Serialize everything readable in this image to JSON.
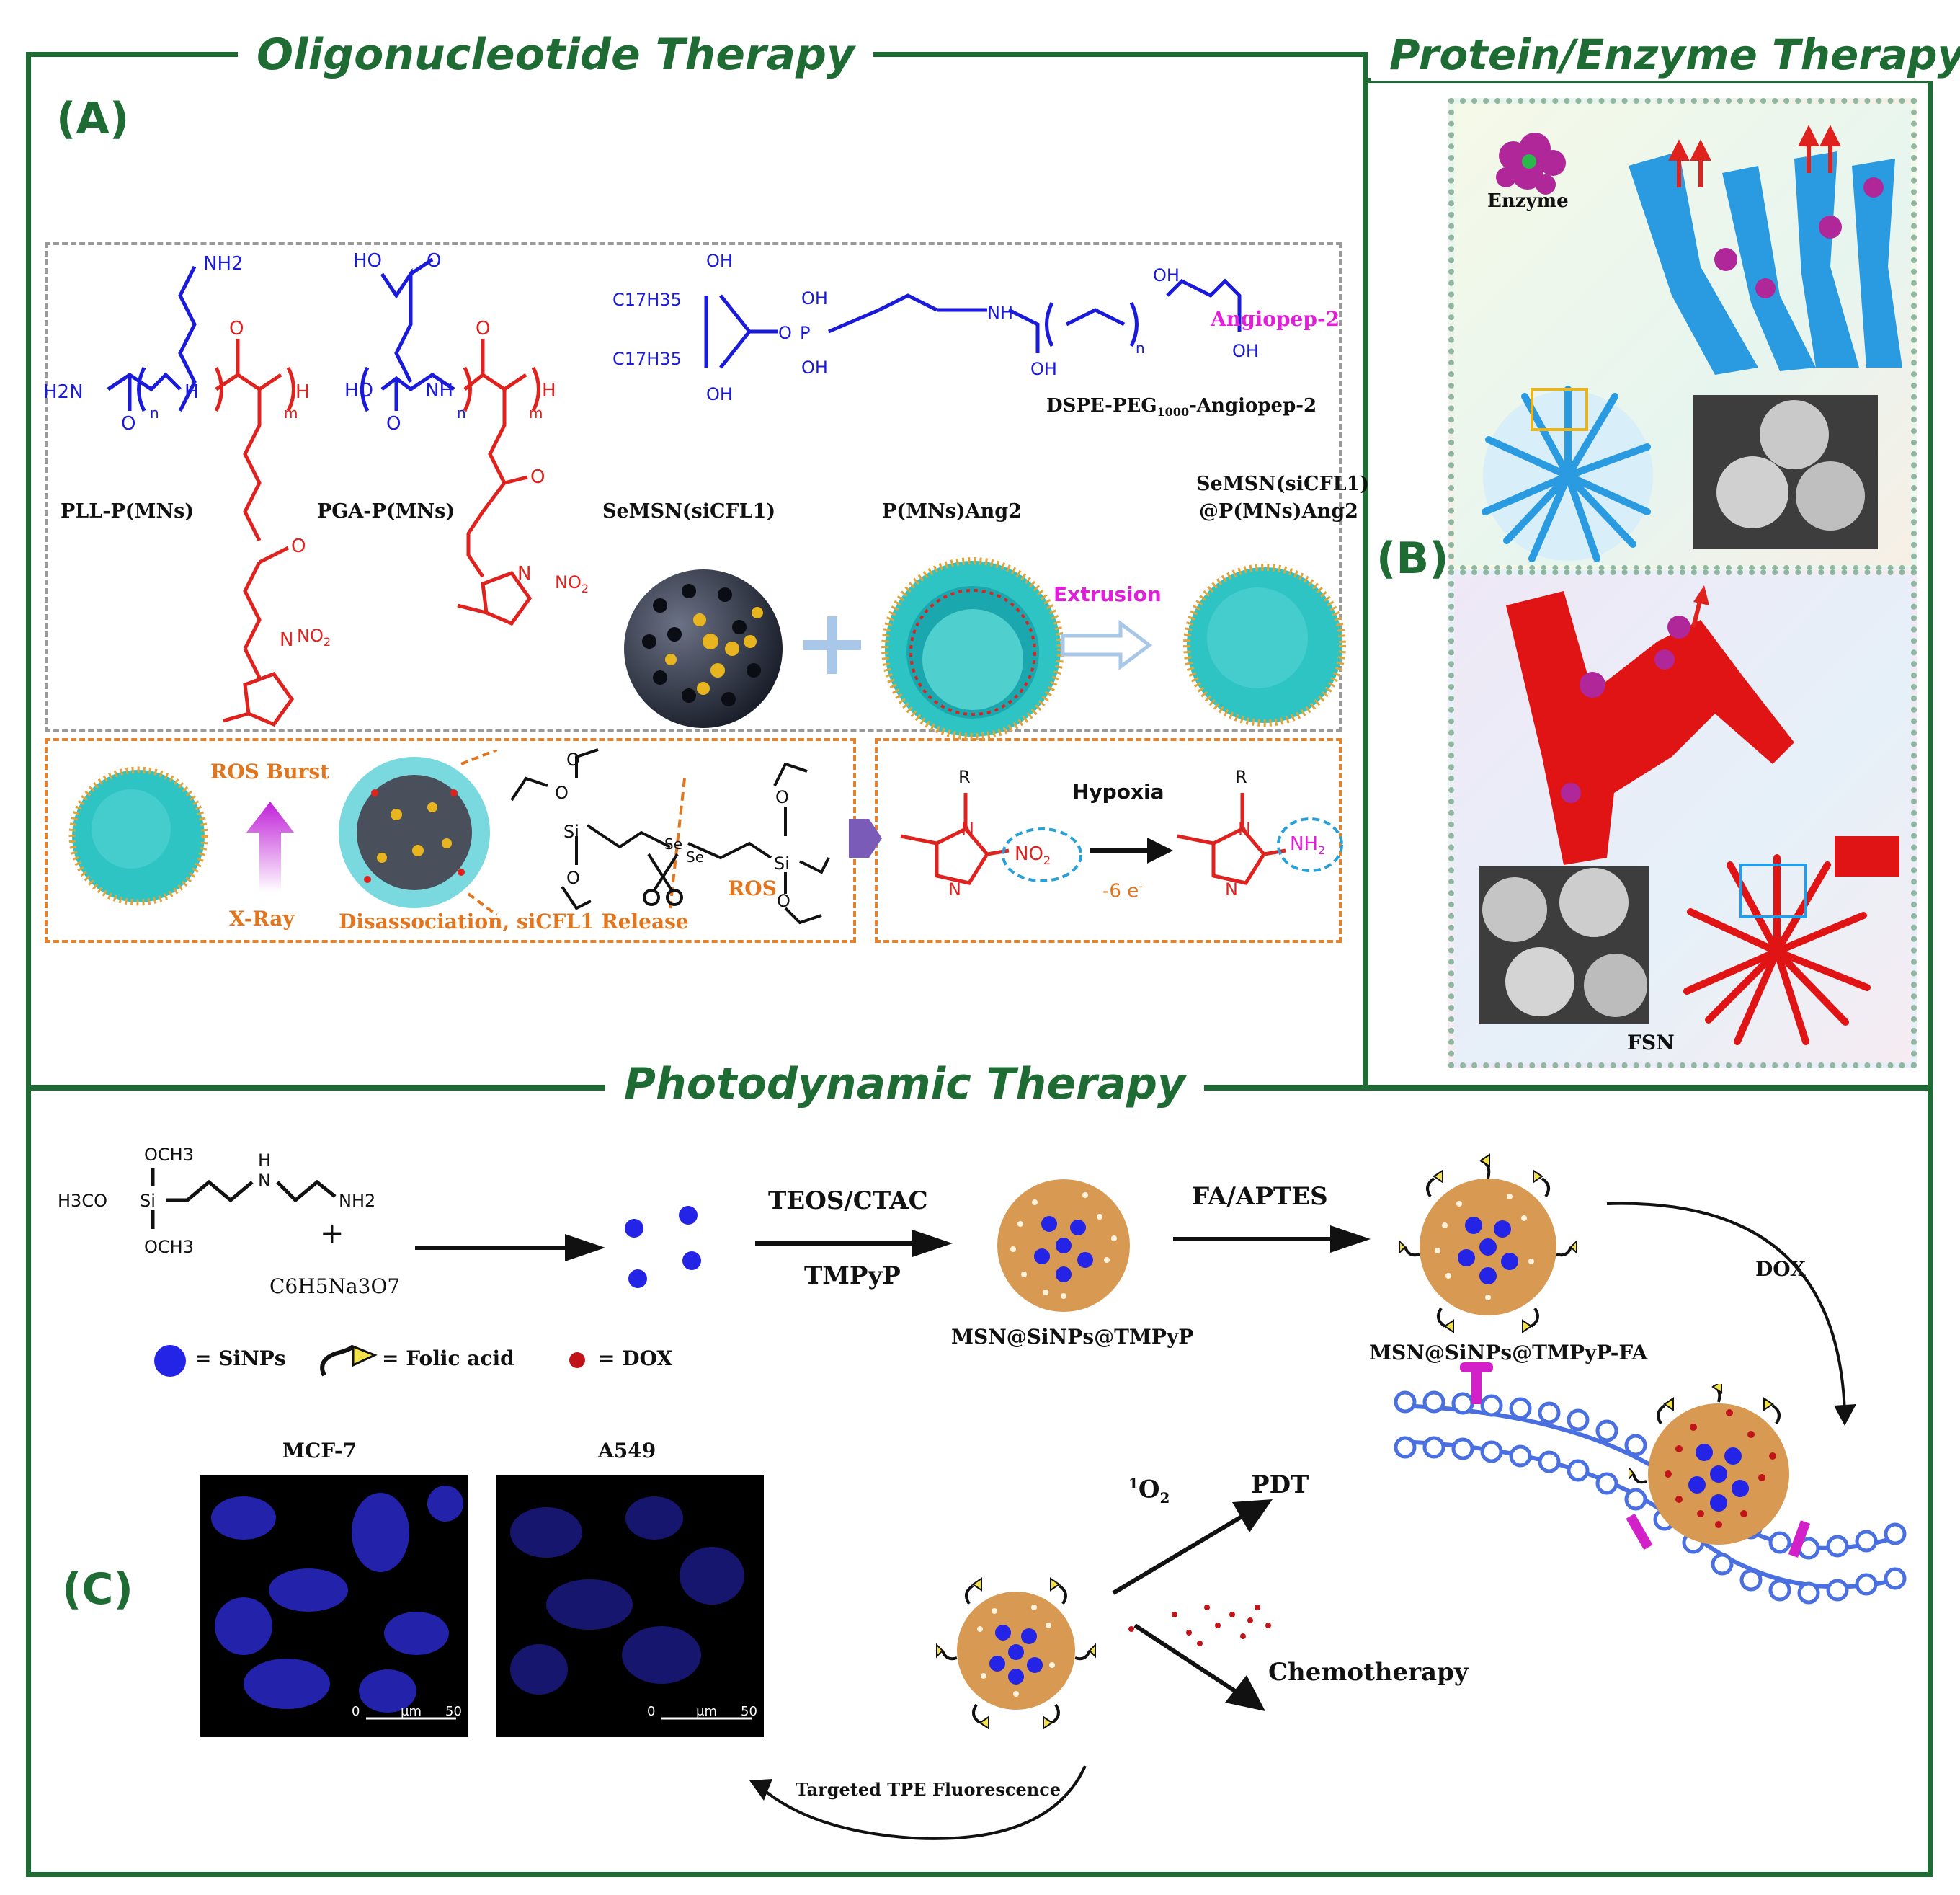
{
  "sections": {
    "oligo": "Oligonucleotide Therapy",
    "protein": "Protein/Enzyme Therapy",
    "pdt": "Photodynamic Therapy"
  },
  "panels": {
    "a": "(A)",
    "b": "(B)",
    "c": "(C)"
  },
  "panelA": {
    "pll": "PLL-P(MNs)",
    "pga": "PGA-P(MNs)",
    "dspe": "DSPE-PEG",
    "dspe_sub": "1000",
    "dspe_tail": "-Angiopep-2",
    "angiopep": "Angiopep-2",
    "semsn": "SeMSN(siCFL1)",
    "pmns": "P(MNs)Ang2",
    "combo_line1": "SeMSN(siCFL1)",
    "combo_line2": "@P(MNs)Ang2",
    "extrusion": "Extrusion",
    "ros_burst": "ROS Burst",
    "xray": "X-Ray",
    "release": "Disassociation,  siCFL1 Release",
    "ros": "ROS",
    "hypoxia": "Hypoxia",
    "electrons": "-6 e",
    "electrons_sup": "-",
    "no2": "NO",
    "no2_sub": "2",
    "nh2": "NH",
    "nh2_sub": "2",
    "r": "R",
    "atoms": {
      "n": "N",
      "h": "H",
      "o": "O",
      "oh": "OH",
      "ho": "HO",
      "nh": "NH",
      "nh2": "NH2",
      "h2n": "H2N",
      "n_sub": "n",
      "m_sub": "m",
      "p": "P",
      "si": "Si",
      "se": "Se",
      "c17": "C17H35",
      "c": "C"
    }
  },
  "panelB": {
    "enzyme": "Enzyme",
    "fsn": "FSN"
  },
  "panelC": {
    "och3_top": "OCH3",
    "h3co": "H3CO",
    "si": "Si",
    "nh": "H",
    "n": "N",
    "nh2": "NH2",
    "och3_bottom": "OCH3",
    "plus": "+",
    "citrate": "C6H5Na3O7",
    "teos": "TEOS/CTAC",
    "tmpyp": "TMPyP",
    "fa_aptes": "FA/APTES",
    "msn1": "MSN@SiNPs@TMPyP",
    "msn2": "MSN@SiNPs@TMPyP-FA",
    "dox": "DOX",
    "legend_sinps": "= SiNPs",
    "legend_fa": "= Folic acid",
    "legend_dox": "= DOX",
    "mcf7": "MCF-7",
    "a549": "A549",
    "scale0": "0",
    "scale_um": "μm",
    "scale50": "50",
    "singlet": "O",
    "singlet_pre": "1",
    "singlet_sub": "2",
    "pdt": "PDT",
    "chemo": "Chemotherapy",
    "tpe": "Targeted TPE Fluorescence"
  },
  "colors": {
    "frame": "#1f6b34",
    "blue_chem": "#1a1adb",
    "red_chem": "#e0221f",
    "orange": "#e2761f",
    "magenta": "#e01fd8",
    "msn_orange": "#d89a52",
    "sinp_blue": "#2424e6",
    "dox_red": "#c0141a",
    "fsn_blue": "#2a9be0",
    "fsn_red": "#e01414"
  }
}
